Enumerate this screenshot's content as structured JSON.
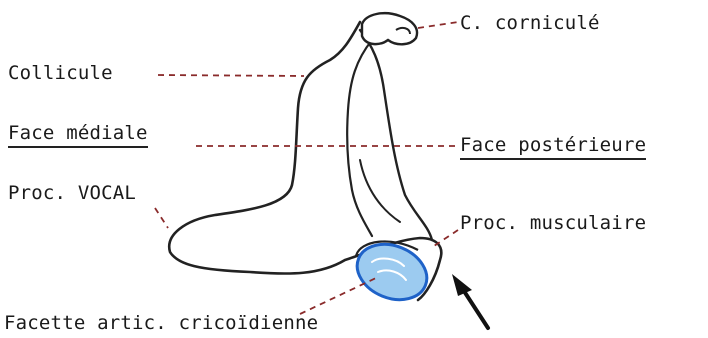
{
  "labels": {
    "corniculate": "C. corniculé",
    "colliculus": "Collicule",
    "medial_face": "Face médiale",
    "posterior_face": "Face postérieure",
    "vocal_process": "Proc. VOCAL",
    "muscular_process": "Proc. musculaire",
    "articular_facet": "Facette artic. cricoïdienne"
  },
  "colors": {
    "outline": "#222222",
    "leader_line": "#8a2b2b",
    "facet_fill": "#9ccbf0",
    "facet_stroke": "#1e62c8",
    "text": "#1a1a1a"
  }
}
